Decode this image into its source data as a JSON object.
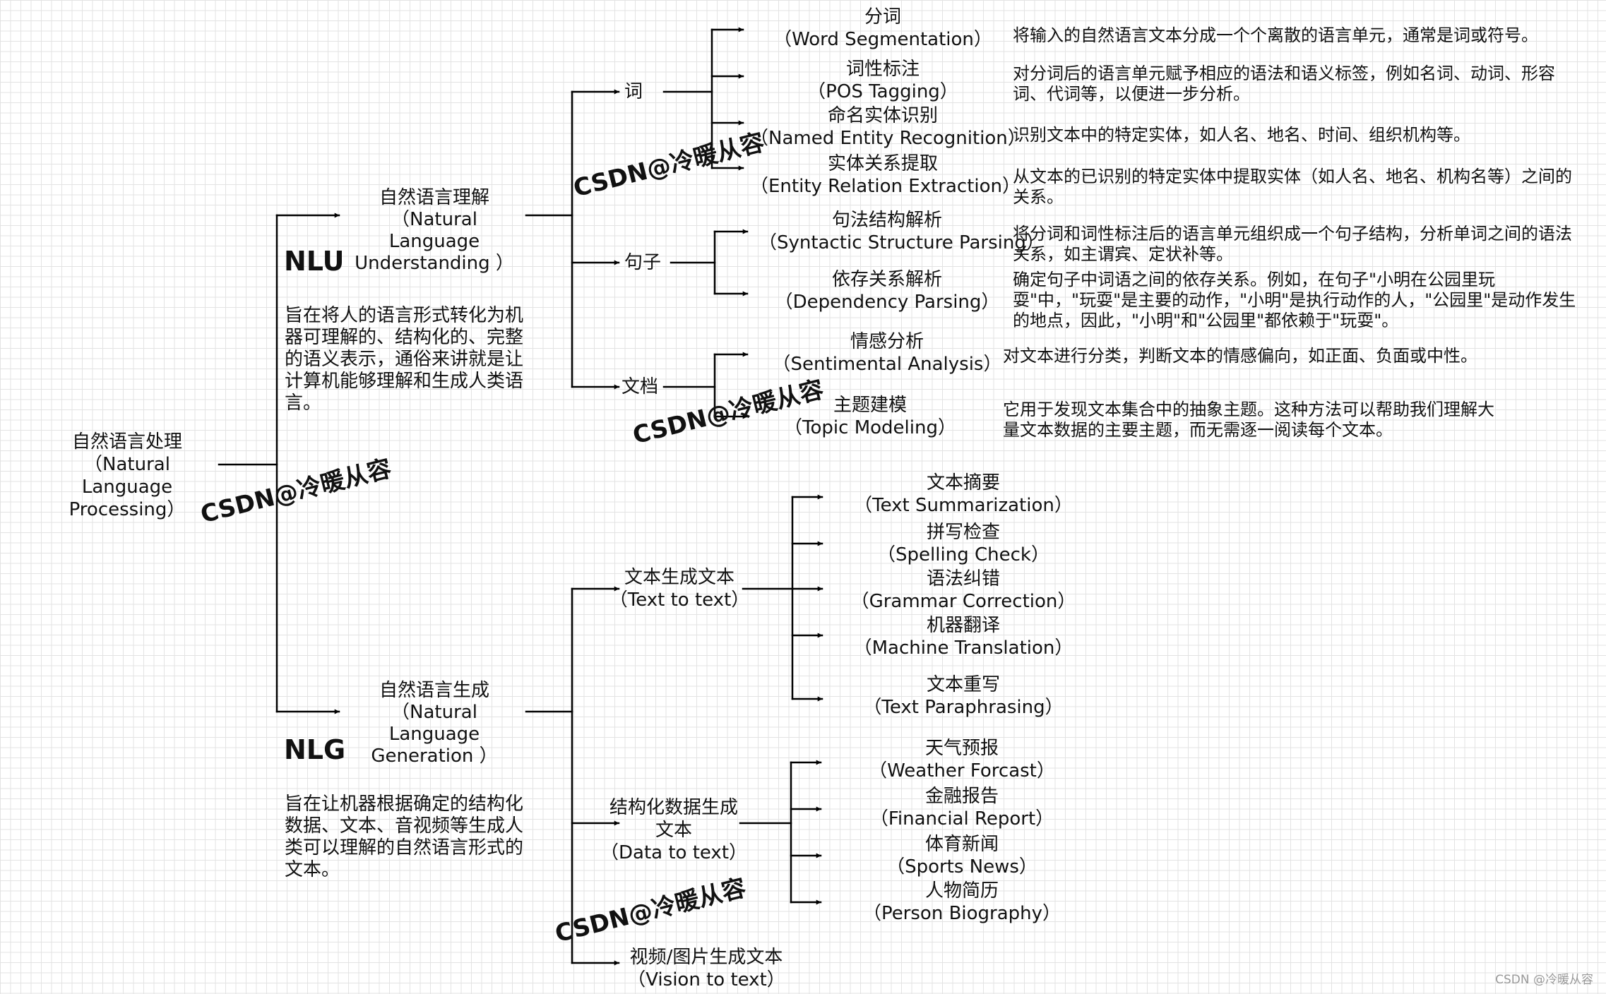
{
  "root": {
    "zh": "自然语言处理",
    "en": "（Natural Language\nProcessing）"
  },
  "nlu": {
    "zh": "自然语言理解",
    "en": "（Natural Language\nUnderstanding ）",
    "abbr": "NLU",
    "desc": "旨在将人的语言形式转化为机器可理解的、结构化的、完整的语义表示，通俗来讲就是让计算机能够理解和生成人类语言。"
  },
  "nlg": {
    "zh": "自然语言生成",
    "en": "（Natural Language\nGeneration ）",
    "abbr": "NLG",
    "desc": "旨在让机器根据确定的结构化数据、文本、音视频等生成人类可以理解的自然语言形式的文本。"
  },
  "ci": {
    "label": "词",
    "items": [
      {
        "zh": "分词",
        "en": "（Word Segmentation）",
        "desc": "将输入的自然语言文本分成一个个离散的语言单元，通常是词或符号。"
      },
      {
        "zh": "词性标注",
        "en": "（POS Tagging）",
        "desc": "对分词后的语言单元赋予相应的语法和语义标签，例如名词、动词、形容词、代词等，以便进一步分析。"
      },
      {
        "zh": "命名实体识别",
        "en": "（Named Entity Recognition）",
        "desc": "识别文本中的特定实体，如人名、地名、时间、组织机构等。"
      },
      {
        "zh": "实体关系提取",
        "en": "（Entity Relation Extraction）",
        "desc": "从文本的已识别的特定实体中提取实体（如人名、地名、机构名等）之间的关系。"
      }
    ]
  },
  "juzi": {
    "label": "句子",
    "items": [
      {
        "zh": "句法结构解析",
        "en": "（Syntactic Structure Parsing）",
        "desc": "将分词和词性标注后的语言单元组织成一个句子结构，分析单词之间的语法关系，如主谓宾、定状补等。"
      },
      {
        "zh": "依存关系解析",
        "en": "（Dependency Parsing）",
        "desc": "确定句子中词语之间的依存关系。例如，在句子\"小明在公园里玩耍\"中，\"玩耍\"是主要的动作，\"小明\"是执行动作的人，\"公园里\"是动作发生的地点，因此，\"小明\"和\"公园里\"都依赖于\"玩耍\"。"
      }
    ]
  },
  "wendang": {
    "label": "文档",
    "items": [
      {
        "zh": "情感分析",
        "en": "（Sentimental Analysis）",
        "desc": "对文本进行分类，判断文本的情感偏向，如正面、负面或中性。"
      },
      {
        "zh": "主题建模",
        "en": "（Topic Modeling）",
        "desc": "它用于发现文本集合中的抽象主题。这种方法可以帮助我们理解大量文本数据的主要主题，而无需逐一阅读每个文本。"
      }
    ]
  },
  "t2t": {
    "zh": "文本生成文本",
    "en": "（Text to text）",
    "items": [
      {
        "zh": "文本摘要",
        "en": "（Text Summarization）"
      },
      {
        "zh": "拼写检查",
        "en": "（Spelling Check）"
      },
      {
        "zh": "语法纠错",
        "en": "（Grammar Correction）"
      },
      {
        "zh": "机器翻译",
        "en": "（Machine Translation）"
      },
      {
        "zh": "文本重写",
        "en": "（Text Paraphrasing）"
      }
    ]
  },
  "d2t": {
    "zh": "结构化数据生成\n文本",
    "en": "（Data to text）",
    "items": [
      {
        "zh": "天气预报",
        "en": "（Weather Forcast）"
      },
      {
        "zh": "金融报告",
        "en": "（Financial Report）"
      },
      {
        "zh": "体育新闻",
        "en": "（Sports News）"
      },
      {
        "zh": "人物简历",
        "en": "（Person Biography）"
      }
    ]
  },
  "v2t": {
    "zh": "视频/图片生成文本",
    "en": "（Vision to text）"
  },
  "watermark": "CSDN@冷暖从容",
  "credit": "CSDN @冷暖从容"
}
